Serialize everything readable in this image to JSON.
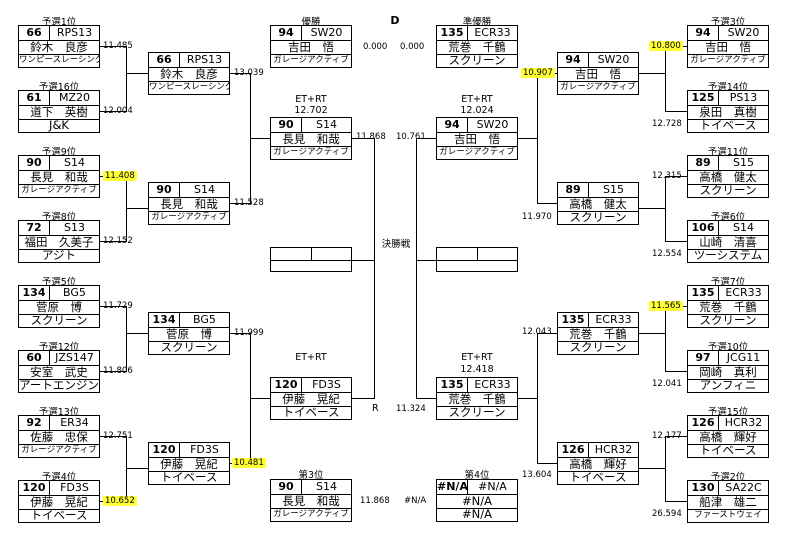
{
  "title": "D",
  "labels": {
    "winner": "優勝",
    "runner_up": "準優勝",
    "third": "第3位",
    "fourth": "第4位",
    "final": "決勝戦",
    "et_rt": "ET+RT",
    "r_mark": "R",
    "semi1_time": "12.702",
    "semi2_time": "12.024",
    "semi3_time": "12.418"
  },
  "boxes": {
    "s1": {
      "label": "予選1位",
      "num": "66",
      "car": "RPS13",
      "name": "鈴木　良彦",
      "team": "ワンピースレーシング"
    },
    "s16": {
      "label": "予選16位",
      "num": "61",
      "car": "MZ20",
      "name": "道下　英樹",
      "team": "J&K"
    },
    "s9": {
      "label": "予選9位",
      "num": "90",
      "car": "S14",
      "name": "長見　和哉",
      "team": "ガレージアクティブ"
    },
    "s8": {
      "label": "予選8位",
      "num": "72",
      "car": "S13",
      "name": "福田　久美子",
      "team": "アジト"
    },
    "s5": {
      "label": "予選5位",
      "num": "134",
      "car": "BG5",
      "name": "菅原　博",
      "team": "スクリーン"
    },
    "s12": {
      "label": "予選12位",
      "num": "60",
      "car": "JZS147",
      "name": "安室　武史",
      "team": "アートエンジン"
    },
    "s13": {
      "label": "予選13位",
      "num": "92",
      "car": "ER34",
      "name": "佐藤　忠保",
      "team": "ガレージアクティブ"
    },
    "s4": {
      "label": "予選4位",
      "num": "120",
      "car": "FD3S",
      "name": "伊藤　晃紀",
      "team": "トイベース"
    },
    "s3": {
      "label": "予選3位",
      "num": "94",
      "car": "SW20",
      "name": "吉田　悟",
      "team": "ガレージアクティブ"
    },
    "s14": {
      "label": "予選14位",
      "num": "125",
      "car": "PS13",
      "name": "泉田　真樹",
      "team": "トイベース"
    },
    "s11": {
      "label": "予選11位",
      "num": "89",
      "car": "S15",
      "name": "高橋　健太",
      "team": "スクリーン"
    },
    "s6": {
      "label": "予選6位",
      "num": "106",
      "car": "S14",
      "name": "山崎　清喜",
      "team": "ツーシステム"
    },
    "s7": {
      "label": "予選7位",
      "num": "135",
      "car": "ECR33",
      "name": "荒巻　千鶴",
      "team": "スクリーン"
    },
    "s10": {
      "label": "予選10位",
      "num": "97",
      "car": "JCG11",
      "name": "岡崎　真利",
      "team": "アンフィニ"
    },
    "s15": {
      "label": "予選15位",
      "num": "126",
      "car": "HCR32",
      "name": "高橋　輝好",
      "team": "トイベース"
    },
    "s2": {
      "label": "予選2位",
      "num": "130",
      "car": "SA22C",
      "name": "船津　雄二",
      "team": "ファーストウェイ"
    },
    "l2a": {
      "num": "66",
      "car": "RPS13",
      "name": "鈴木　良彦",
      "team": "ワンピースレーシング"
    },
    "l2b": {
      "num": "90",
      "car": "S14",
      "name": "長見　和哉",
      "team": "ガレージアクティブ"
    },
    "l2c": {
      "num": "134",
      "car": "BG5",
      "name": "菅原　博",
      "team": "スクリーン"
    },
    "l2d": {
      "num": "120",
      "car": "FD3S",
      "name": "伊藤　晃紀",
      "team": "トイベース"
    },
    "r2a": {
      "num": "94",
      "car": "SW20",
      "name": "吉田　悟",
      "team": "ガレージアクティブ"
    },
    "r2b": {
      "num": "89",
      "car": "S15",
      "name": "高橋　健太",
      "team": "スクリーン"
    },
    "r2c": {
      "num": "135",
      "car": "ECR33",
      "name": "荒巻　千鶴",
      "team": "スクリーン"
    },
    "r2d": {
      "num": "126",
      "car": "HCR32",
      "name": "高橋　輝好",
      "team": "トイベース"
    },
    "l3a": {
      "num": "90",
      "car": "S14",
      "name": "長見　和哉",
      "team": "ガレージアクティブ"
    },
    "l3b": {
      "num": "120",
      "car": "FD3S",
      "name": "伊藤　晃紀",
      "team": "トイベース"
    },
    "r3a": {
      "num": "94",
      "car": "SW20",
      "name": "吉田　悟",
      "team": "ガレージアクティブ"
    },
    "r3b": {
      "num": "135",
      "car": "ECR33",
      "name": "荒巻　千鶴",
      "team": "スクリーン"
    },
    "win": {
      "num": "94",
      "car": "SW20",
      "name": "吉田　悟",
      "team": "ガレージアクティブ"
    },
    "run": {
      "num": "135",
      "car": "ECR33",
      "name": "荒巻　千鶴",
      "team": "スクリーン"
    },
    "third": {
      "num": "90",
      "car": "S14",
      "name": "長見　和哉",
      "team": "ガレージアクティブ"
    },
    "fourth": {
      "num": "#N/A",
      "car": "#N/A",
      "name": "#N/A",
      "team": "#N/A"
    }
  },
  "times": {
    "t1": "11.485",
    "t2": "12.004",
    "t3": "11.408",
    "t4": "12.152",
    "t5": "11.729",
    "t6": "11.806",
    "t7": "12.751",
    "t8": "10.652",
    "t9": "13.039",
    "t10": "11.528",
    "t11": "11.999",
    "t12": "10.481",
    "t13": "11.868",
    "t14": "11.324",
    "t15": "10.800",
    "t16": "12.728",
    "t17": "12.315",
    "t18": "12.554",
    "t19": "11.565",
    "t20": "12.041",
    "t21": "12.177",
    "t22": "26.594",
    "t23": "10.907",
    "t24": "11.970",
    "t25": "12.043",
    "t26": "13.604",
    "t27": "10.761",
    "t28": "0.000",
    "t29": "0.000",
    "t30": "11.868",
    "t31": "#N/A"
  }
}
